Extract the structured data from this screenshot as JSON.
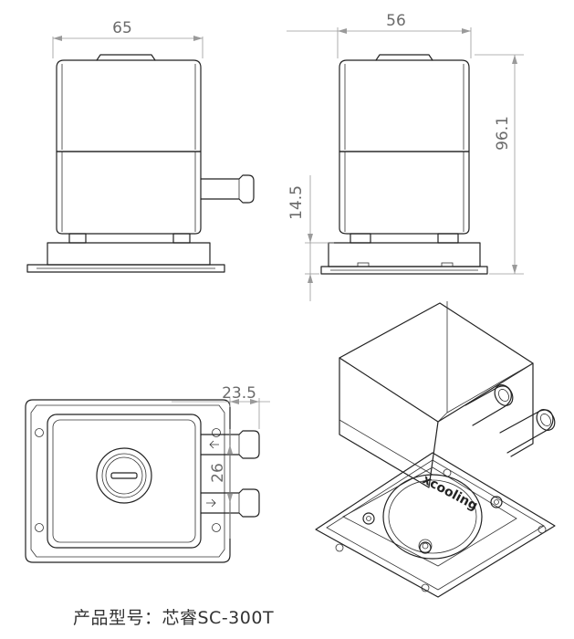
{
  "dimensions": {
    "front_width": "65",
    "side_depth": "56",
    "total_height": "96.1",
    "outlet_height": "14.5",
    "top_offset": "23.5",
    "port_spacing": "26"
  },
  "brand_mark": "xcooling",
  "caption": "产品型号：芯睿SC-300T",
  "colors": {
    "line": "#222222",
    "dimension_line": "#9a9a9a",
    "dimension_text": "#6b6b6b"
  }
}
